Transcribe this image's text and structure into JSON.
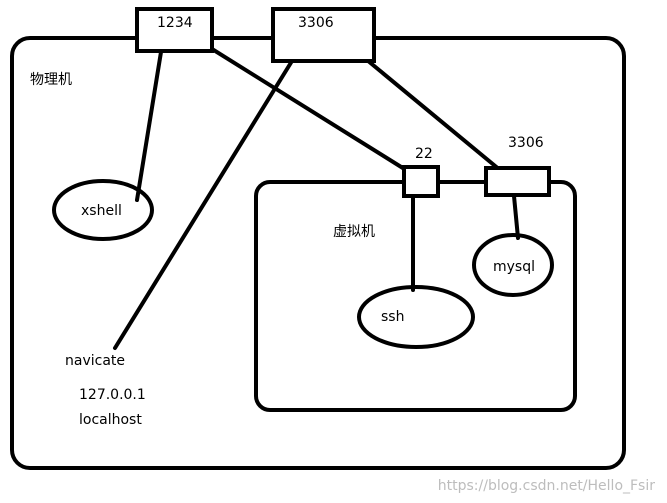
{
  "physical_machine": {
    "label": "物理机",
    "clients": {
      "xshell": "xshell",
      "navicate": "navicate",
      "ip": "127.0.0.1",
      "host": "localhost"
    }
  },
  "host_ports": {
    "ssh_forward": "1234",
    "mysql_forward": "3306"
  },
  "virtual_machine": {
    "label": "虚拟机",
    "ports": {
      "ssh": "22",
      "mysql": "3306"
    },
    "services": {
      "ssh": "ssh",
      "mysql": "mysql"
    }
  },
  "watermark": "https://blog.csdn.net/Hello_Fsir"
}
